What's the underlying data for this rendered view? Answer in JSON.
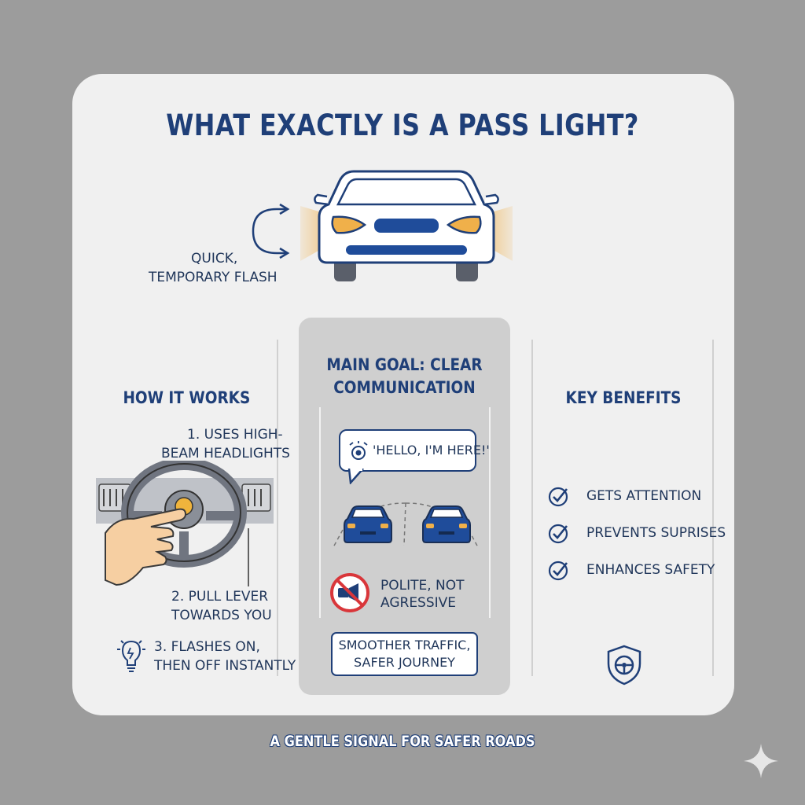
{
  "title": "WHAT EXACTLY IS A PASS LIGHT?",
  "flash_label": [
    "QUICK,",
    "TEMPORARY FLASH"
  ],
  "how_it_works": {
    "heading": "HOW IT WORKS",
    "step1": [
      "1. USES HIGH-",
      "BEAM HEADLIGHTS"
    ],
    "step2": [
      "2. PULL LEVER",
      "TOWARDS YOU"
    ],
    "step3": [
      "3. FLASHES ON,",
      "THEN OFF INSTANTLY"
    ]
  },
  "main_goal": {
    "heading": [
      "MAIN GOAL: CLEAR",
      "COMMUNICATION"
    ],
    "speech": "'HELLO, I'M HERE!'",
    "polite": [
      "POLITE, NOT",
      "AGRESSIVE"
    ],
    "summary": [
      "SMOOTHER TRAFFIC,",
      "SAFER JOURNEY"
    ]
  },
  "key_benefits": {
    "heading": "KEY BENEFITS",
    "items": [
      "GETS ATTENTION",
      "PREVENTS SUPRISES",
      "ENHANCES SAFETY"
    ]
  },
  "footer": "A GENTLE SIGNAL FOR SAFER ROADS",
  "colors": {
    "navy": "#1f3f78",
    "accent_orange": "#f0b04a",
    "card_bg": "#f0f0f0",
    "page_bg": "#9c9c9c",
    "panel_bg": "#cfcfcf",
    "no_sign_red": "#d9363a"
  },
  "icons": [
    "car-front-icon",
    "curved-arrows-icon",
    "steering-wheel-icon",
    "hand-icon",
    "lightbulb-icon",
    "eye-icon",
    "no-horn-icon",
    "check-icon",
    "shield-steering-icon",
    "sparkle-icon"
  ]
}
